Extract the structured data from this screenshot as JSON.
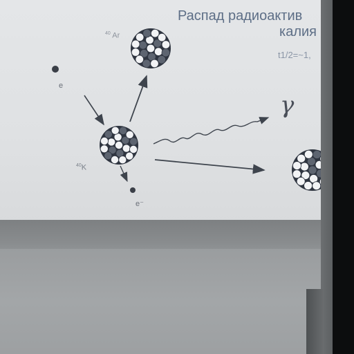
{
  "photo": {
    "title": "Распад радиоактив",
    "subtitle": "калия",
    "half_life": "t1/2=~1,",
    "gamma_symbol": "γ",
    "argon_label": {
      "mass": "40",
      "symbol": "Ar"
    },
    "potassium_label": {
      "mass": "40",
      "symbol": "K"
    },
    "electron_in_label": "e",
    "electron_out_label": "e⁻"
  },
  "colors": {
    "poster": "#e2e4e6",
    "text_title": "#5d6e86",
    "arrow": "#3e444d",
    "nucleus_dark": "#2f3540",
    "nucleus_light": "#f2f3f5"
  }
}
